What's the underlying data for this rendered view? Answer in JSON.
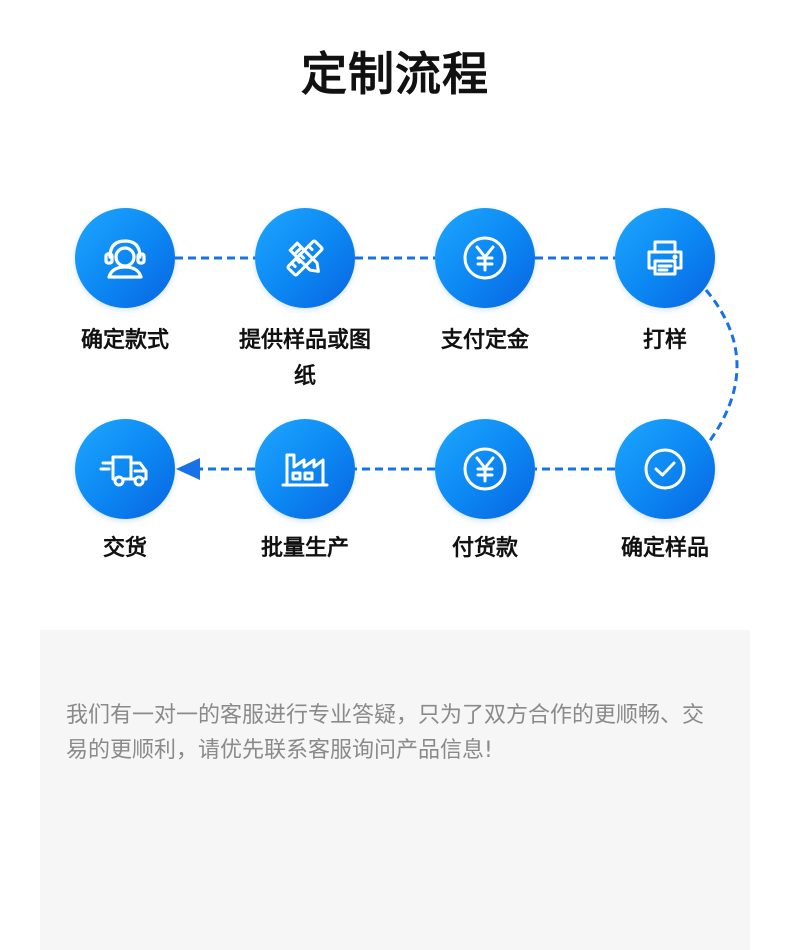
{
  "title": "定制流程",
  "flow": {
    "steps": [
      {
        "label": "确定款式",
        "icon": "customer-service-icon"
      },
      {
        "label": "提供样品或图纸",
        "icon": "pencil-ruler-icon"
      },
      {
        "label": "支付定金",
        "icon": "yen-coin-icon"
      },
      {
        "label": "打样",
        "icon": "printer-icon"
      },
      {
        "label": "确定样品",
        "icon": "check-circle-icon"
      },
      {
        "label": "付货款",
        "icon": "yen-coin-icon"
      },
      {
        "label": "批量生产",
        "icon": "factory-icon"
      },
      {
        "label": "交货",
        "icon": "delivery-truck-icon"
      }
    ],
    "colors": {
      "circle_start": "#1ea7ff",
      "circle_end": "#0a63e0",
      "connector": "#1672e6"
    }
  },
  "info": {
    "text": "我们有一对一的客服进行专业答疑，只为了双方合作的更顺畅、交易的更顺利，请优先联系客服询问产品信息!"
  }
}
